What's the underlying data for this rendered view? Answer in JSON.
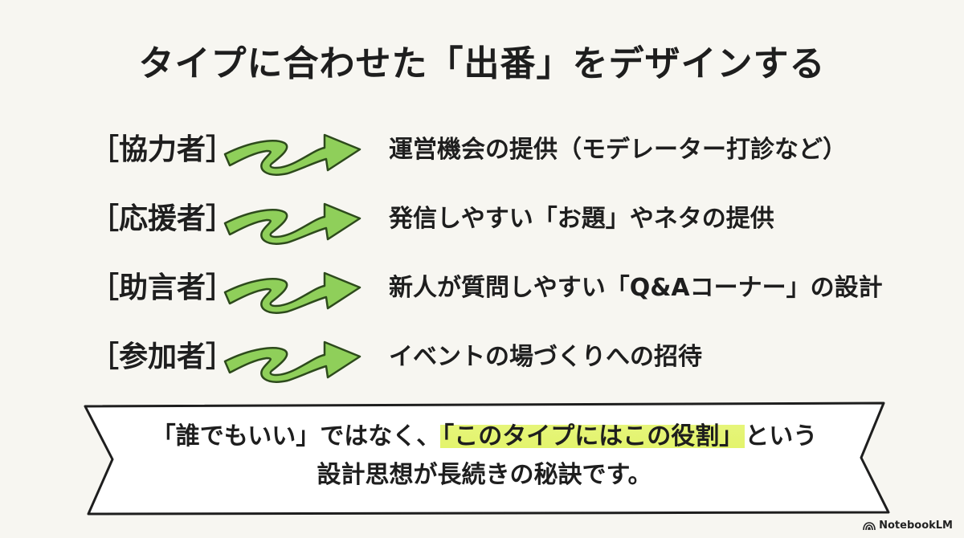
{
  "title": "タイプに合わせた「出番」をデザインする",
  "rows": [
    {
      "role": "［協力者］",
      "description": "運営機会の提供（モデレーター打診など）"
    },
    {
      "role": "［応援者］",
      "description": "発信しやすい「お題」やネタの提供"
    },
    {
      "role": "［助言者］",
      "description": "新人が質問しやすい「Q&Aコーナー」の設計"
    },
    {
      "role": "［参加者］",
      "description": "イベントの場づくりへの招待"
    }
  ],
  "banner": {
    "line1_before": "「誰でもいい」ではなく、",
    "line1_highlight": "「このタイプにはこの役割」",
    "line1_after": "という",
    "line2": "設計思想が長続きの秘訣です。"
  },
  "brand": "NotebookLM",
  "colors": {
    "arrow_fill": "#8fcf5a",
    "arrow_stroke": "#2d4a1c",
    "highlight": "#e3f46c",
    "background": "#f7f6f1"
  }
}
